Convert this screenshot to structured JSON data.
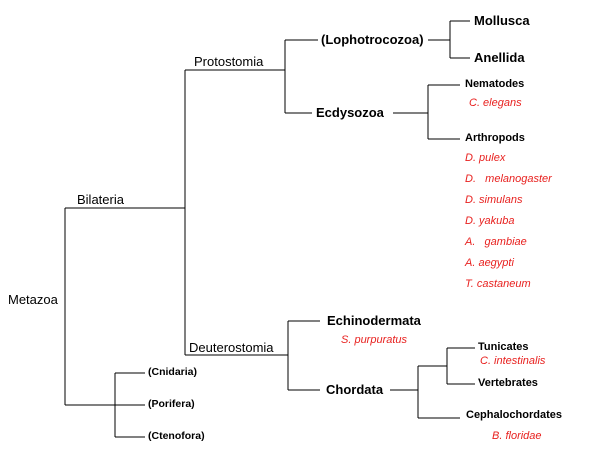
{
  "colors": {
    "line": "#000000",
    "species": "#e8211f"
  },
  "clades": {
    "metazoa": "Metazoa",
    "bilateria": "Bilateria",
    "protostomia": "Protostomia",
    "deuterostomia": "Deuterostomia",
    "lophotrocozoa": "(Lophotrocozoa)",
    "mollusca": "Mollusca",
    "anellida": "Anellida",
    "ecdysozoa": "Ecdysozoa",
    "nematodes": "Nematodes",
    "arthropods": "Arthropods",
    "echinodermata": "Echinodermata",
    "chordata": "Chordata",
    "tunicates": "Tunicates",
    "vertebrates": "Vertebrates",
    "cephalochordates": "Cephalochordates",
    "cnidaria": "(Cnidaria)",
    "porifera": "(Porifera)",
    "ctenofora": "(Ctenofora)"
  },
  "species": {
    "c_elegans": "C. elegans",
    "d_pulex": "D. pulex",
    "d_melanogaster": "D.   melanogaster",
    "d_simulans": "D. simulans",
    "d_yakuba": "D. yakuba",
    "a_gambiae": "A.   gambiae",
    "a_aegypti": "A. aegypti",
    "t_castaneum": "T. castaneum",
    "s_purpuratus": "S. purpuratus",
    "c_intestinalis": "C. intestinalis",
    "b_floridae": "B. floridae"
  }
}
